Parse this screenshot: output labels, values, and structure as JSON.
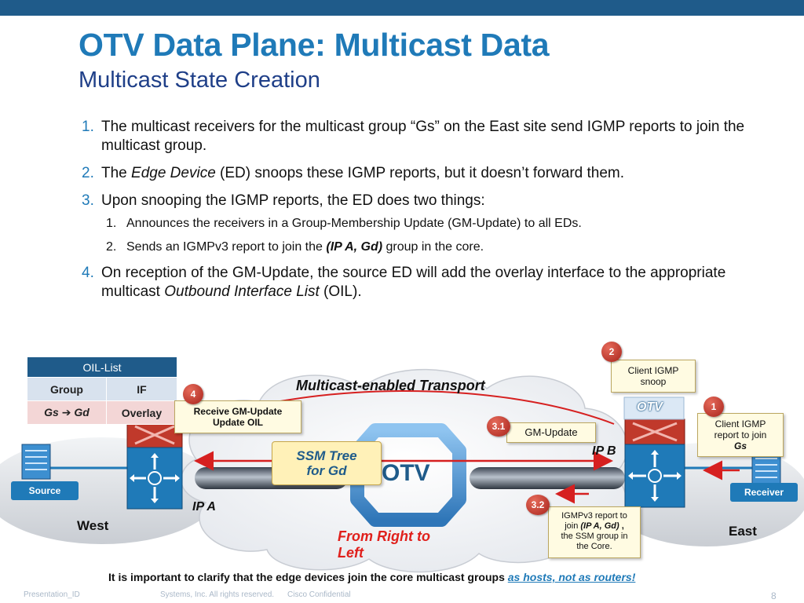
{
  "slide": {
    "title": "OTV Data Plane: Multicast Data",
    "subtitle": "Multicast State Creation"
  },
  "bullets": [
    {
      "num": "1.",
      "text": "The multicast receivers for the multicast group “Gs” on the East site send IGMP reports to join the multicast group."
    },
    {
      "num": "2.",
      "pre": "The ",
      "em": "Edge Device",
      "post": " (ED) snoops these IGMP reports, but it doesn’t forward them."
    },
    {
      "num": "3.",
      "text": "Upon snooping the IGMP reports, the ED does two things:"
    },
    {
      "num": "1.",
      "text": "Announces the receivers in a Group-Membership Update (GM-Update) to all EDs."
    },
    {
      "num": "2.",
      "pre": "Sends an IGMPv3 report to join the ",
      "strong": "(IP A, Gd)",
      "post": " group in the core."
    },
    {
      "num": "4.",
      "pre": "On reception of the GM-Update, the source ED will add the overlay interface to the appropriate multicast ",
      "em": "Outbound Interface List",
      "post": " (OIL)."
    }
  ],
  "oil_table": {
    "title": "OIL-List",
    "col_group": "Group",
    "col_if": "IF",
    "row_group_a": "Gs",
    "row_group_b": "Gd",
    "row_if": "Overlay"
  },
  "diagram": {
    "transport_label": "Multicast-enabled Transport",
    "otv_label": "OTV",
    "otv_tag": "OTV",
    "ssm_line1": "SSM Tree",
    "ssm_line2": "for Gd",
    "ip_a": "IP A",
    "ip_b": "IP B",
    "source_label": "Source",
    "receiver_label": "Receiver",
    "west_label": "West",
    "east_label": "East",
    "direction_line1": "From Right to",
    "direction_line2": "Left",
    "colors": {
      "accent": "#1f7ab8",
      "badge": "#c0392b",
      "callout": "#fffbe2",
      "arrow": "#d62020",
      "router": "#1f7ab8"
    }
  },
  "callouts": {
    "c4": {
      "badge": "4",
      "line1": "Receive GM-Update",
      "line2": "Update OIL"
    },
    "c2": {
      "badge": "2",
      "line1": "Client IGMP",
      "line2": "snoop"
    },
    "c1": {
      "badge": "1",
      "line1": "Client IGMP",
      "line2": "report to join",
      "line3": "Gs"
    },
    "c31": {
      "badge": "3.1",
      "line1": "GM-Update"
    },
    "c32": {
      "badge": "3.2",
      "line1": "IGMPv3 report to",
      "line2a": "join ",
      "line2b": "(IP A, Gd)",
      "line2c": " ,",
      "line3": "the SSM group in",
      "line4": "the Core."
    }
  },
  "note": {
    "text": "It is important to clarify that the edge devices join the core multicast groups ",
    "link": "as hosts, not as routers!"
  },
  "footer": {
    "left": "Presentation_ID",
    "middle": "Systems, Inc. All rights reserved.",
    "confidential": "Cisco Confidential",
    "page": "8"
  }
}
